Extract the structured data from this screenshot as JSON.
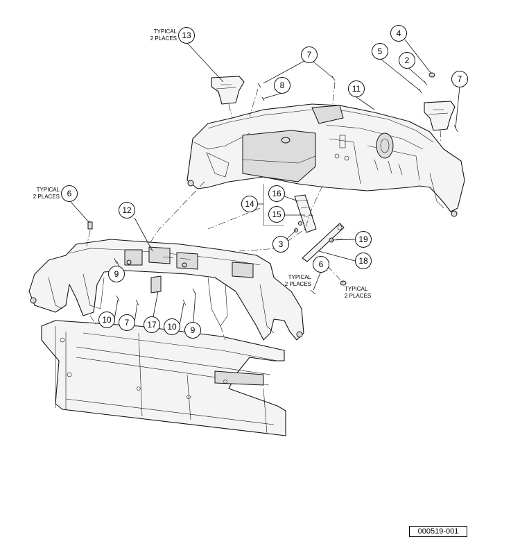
{
  "callouts": [
    "13",
    "4",
    "7",
    "5",
    "2",
    "7",
    "8",
    "11",
    "6",
    "16",
    "14",
    "15",
    "12",
    "3",
    "19",
    "9",
    "18",
    "6",
    "10",
    "7",
    "17",
    "10",
    "9"
  ],
  "notes": {
    "typical_13_line1": "TYPICAL",
    "typical_13_line2": "2 PLACES",
    "typical_6_left_line1": "TYPICAL",
    "typical_6_left_line2": "2 PLACES",
    "typical_6_right_line1": "TYPICAL",
    "typical_6_right_line2": "2 PLACES",
    "typical_6_far_line1": "TYPICAL",
    "typical_6_far_line2": "2 PLACES"
  },
  "drawing_number": "000519-001"
}
